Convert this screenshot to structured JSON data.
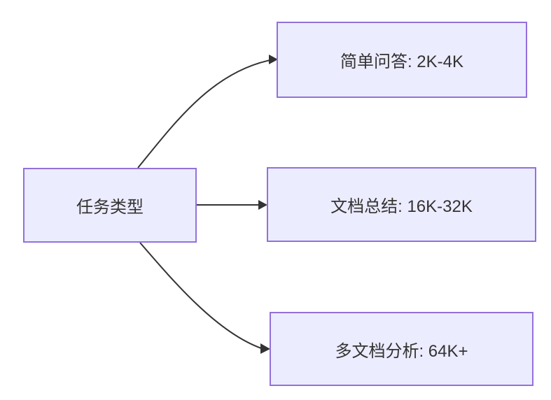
{
  "diagram": {
    "type": "flowchart",
    "direction": "left-to-right",
    "background_color": "#ffffff",
    "node_fill_color": "#ECECFF",
    "node_border_color": "#9370DB",
    "edge_color": "#333333",
    "text_color": "#333333",
    "nodes": {
      "source": {
        "label": "任务类型"
      },
      "simple_qa": {
        "label": "简单问答: 2K-4K"
      },
      "doc_summary": {
        "label": "文档总结: 16K-32K"
      },
      "multi_doc": {
        "label": "多文档分析: 64K+"
      }
    },
    "edges": [
      {
        "from": "任务类型",
        "to": "简单问答: 2K-4K"
      },
      {
        "from": "任务类型",
        "to": "文档总结: 16K-32K"
      },
      {
        "from": "任务类型",
        "to": "多文档分析: 64K+"
      }
    ]
  }
}
